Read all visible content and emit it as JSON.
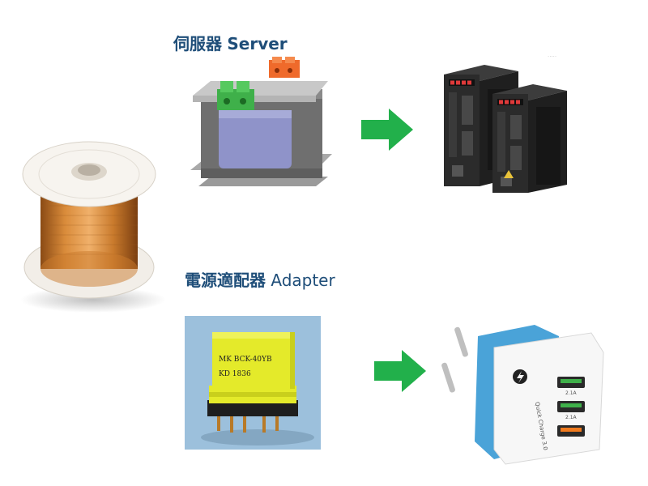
{
  "server": {
    "label_cjk": "伺服器",
    "label_en": "Server"
  },
  "adapter": {
    "label_cjk": "電源適配器",
    "label_en": "Adapter"
  },
  "ferrite_print": {
    "line1": "MK BCK-40YB",
    "line2": "KD   1836"
  },
  "charger": {
    "port1": "2.1A",
    "port2": "2.1A",
    "brand": "Quick Charge 3.0"
  },
  "colors": {
    "heading": "#1f4e79",
    "arrow_green": "#22b04b",
    "copper": "#c97a2c",
    "ferrite_yellow": "#e4ea2a",
    "charger_blue": "#4aa3d8"
  },
  "icons": {
    "arrow": "right-arrow-icon",
    "bolt": "lightning-icon"
  }
}
